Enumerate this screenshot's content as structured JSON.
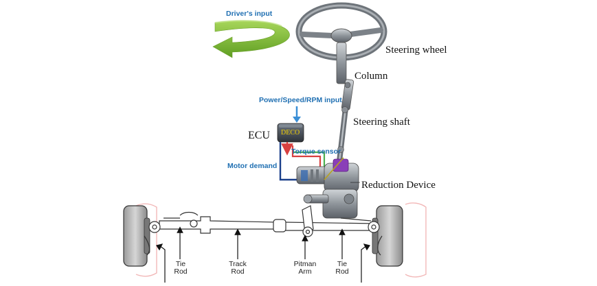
{
  "diagram": {
    "labels": {
      "drivers_input": "Driver's input",
      "steering_wheel": "Steering wheel",
      "column": "Column",
      "power_input": "Power/Speed/RPM input",
      "steering_shaft": "Steering shaft",
      "ecu": "ECU",
      "ecu_box_text": "DECO",
      "torque_sensor": "Torque sensor",
      "motor_demand": "Motor demand",
      "reduction_device": "Reduction Device",
      "tie_rod_left": "Tie\nRod",
      "track_rod": "Track\nRod",
      "pitman_arm": "Pitman\nArm",
      "tie_rod_right": "Tie\nRod"
    },
    "colors": {
      "arrow_green": "#7cb82f",
      "label_blue": "#1f6fb2",
      "signal_blue": "#1a3f8a",
      "signal_green": "#4caf50",
      "signal_red": "#d84040",
      "sensor_purple": "#9933cc",
      "wheel_guard": "#f2b8b8"
    }
  }
}
